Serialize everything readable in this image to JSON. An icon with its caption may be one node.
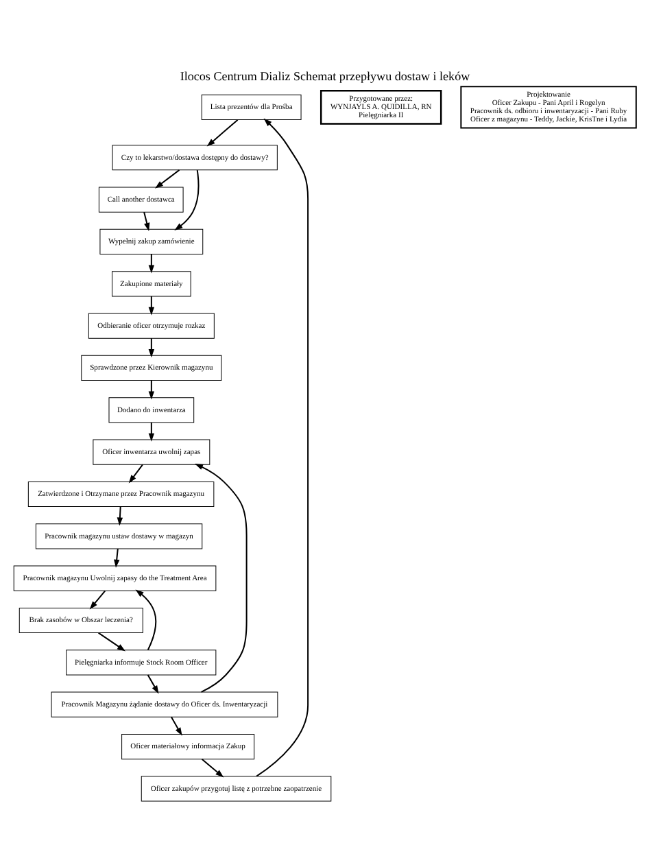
{
  "diagram": {
    "title": "Ilocos Centrum Dializ Schemat przepływu dostaw i leków",
    "nodes": [
      {
        "text": [
          "Lista prezentów dla Prośba"
        ]
      },
      {
        "text": [
          "Oficer zakupów przygotuj listę z potrzebne zaopatrzenie"
        ]
      },
      {
        "text": [
          "Czy to lekarstwo/dostawa dostępny do dostawy?"
        ]
      },
      {
        "text": [
          "Call another dostawca"
        ]
      },
      {
        "text": [
          "Wypełnij zakup zamówienie"
        ]
      },
      {
        "text": [
          "Zakupione materiały"
        ]
      },
      {
        "text": [
          "Odbieranie oficer otrzymuje rozkaz"
        ]
      },
      {
        "text": [
          "Sprawdzone przez Kierownik magazynu"
        ]
      },
      {
        "text": [
          "Dodano do inwentarza"
        ]
      },
      {
        "text": [
          "Oficer inwentarza uwolnij zapas"
        ]
      },
      {
        "text": [
          "Zatwierdzone i Otrzymane przez Pracownik magazynu"
        ]
      },
      {
        "text": [
          "Pracownik magazynu ustaw dostawy w magazyn"
        ]
      },
      {
        "text": [
          "Pracownik magazynu Uwolnij zapasy do the Treatment Area"
        ]
      },
      {
        "text": [
          "Brak zasobów w Obszar leczenia?"
        ]
      },
      {
        "text": [
          "Pielęgniarka informuje Stock Room Officer"
        ]
      },
      {
        "text": [
          "Pracownik Magazynu żądanie dostawy do Oficer ds. Inwentaryzacji"
        ]
      },
      {
        "text": [
          "Oficer materiałowy informacja Zakup"
        ]
      },
      {
        "text": [
          "Przygotowane przez:",
          "WYNJAYLS A. QUIDILLA, RN",
          "Pielęgniarka II"
        ]
      },
      {
        "text": [
          "Projektowanie",
          "Oficer Zakupu - Pani April i Rogelyn",
          "Pracownik ds. odbioru i inwentaryzacji - Pani Ruby",
          "Oficer z magazynu - Teddy, Jackie, KrisTne i Lydia"
        ]
      }
    ],
    "edges": [
      {
        "from": 1,
        "to": 0,
        "arrow": "to"
      },
      {
        "from": 0,
        "to": 2,
        "arrow": "to"
      },
      {
        "from": 2,
        "to": 3,
        "arrow": "to"
      },
      {
        "from": 2,
        "to": 4,
        "arrow": "to"
      },
      {
        "from": 3,
        "to": 4,
        "arrow": "to"
      },
      {
        "from": 4,
        "to": 5,
        "arrow": "to"
      },
      {
        "from": 5,
        "to": 6,
        "arrow": "to"
      },
      {
        "from": 6,
        "to": 7,
        "arrow": "to"
      },
      {
        "from": 7,
        "to": 8,
        "arrow": "to"
      },
      {
        "from": 8,
        "to": 9,
        "arrow": "to"
      },
      {
        "from": 9,
        "to": 10,
        "arrow": "to"
      },
      {
        "from": 10,
        "to": 11,
        "arrow": "to"
      },
      {
        "from": 11,
        "to": 12,
        "arrow": "to"
      },
      {
        "from": 12,
        "to": 13,
        "arrow": "to"
      },
      {
        "from": 13,
        "to": 14,
        "arrow": "to"
      },
      {
        "from": 14,
        "to": 12,
        "arrow": "to"
      },
      {
        "from": 14,
        "to": 15,
        "arrow": "to"
      },
      {
        "from": 15,
        "to": 9,
        "arrow": "to"
      },
      {
        "from": 15,
        "to": 16,
        "arrow": "to"
      },
      {
        "from": 16,
        "to": 1,
        "arrow": "to"
      }
    ]
  }
}
